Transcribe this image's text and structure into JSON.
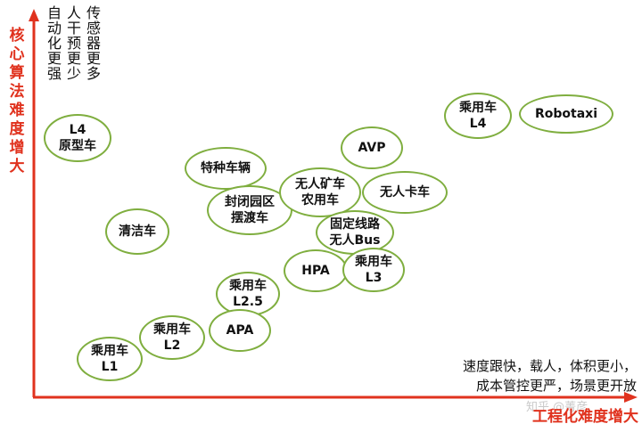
{
  "axes": {
    "y_title": "核心算法难度增大",
    "x_title": "工程化难度增大",
    "y_note_columns": [
      "自动化更强",
      "人干预更少",
      "传感器更多"
    ],
    "x_note_lines": [
      "速度跟快，载人，体积更小，",
      "成本管控更严，场景更开放"
    ],
    "color": "#e0321e"
  },
  "nodes": [
    {
      "id": "l4-prototype",
      "label": "L4\n原型车"
    },
    {
      "id": "cleaning-vehicle",
      "label": "清洁车"
    },
    {
      "id": "special-vehicle",
      "label": "特种车辆"
    },
    {
      "id": "closed-park-shuttle",
      "label": "封闭园区\n摆渡车"
    },
    {
      "id": "mining-agri-vehicle",
      "label": "无人矿车\n农用车"
    },
    {
      "id": "avp",
      "label": "AVP"
    },
    {
      "id": "unmanned-truck",
      "label": "无人卡车"
    },
    {
      "id": "fixed-route-bus",
      "label": "固定线路\n无人Bus"
    },
    {
      "id": "hpa",
      "label": "HPA"
    },
    {
      "id": "passenger-l3",
      "label": "乘用车\nL3"
    },
    {
      "id": "passenger-l2-5",
      "label": "乘用车\nL2.5"
    },
    {
      "id": "apa",
      "label": "APA"
    },
    {
      "id": "passenger-l2",
      "label": "乘用车\nL2"
    },
    {
      "id": "passenger-l1",
      "label": "乘用车\nL1"
    },
    {
      "id": "passenger-l4",
      "label": "乘用车\nL4"
    },
    {
      "id": "robotaxi",
      "label": "Robotaxi"
    }
  ],
  "watermark": "知乎 @菁彦",
  "colors": {
    "node_border": "#7fae3f",
    "text": "#111111"
  }
}
